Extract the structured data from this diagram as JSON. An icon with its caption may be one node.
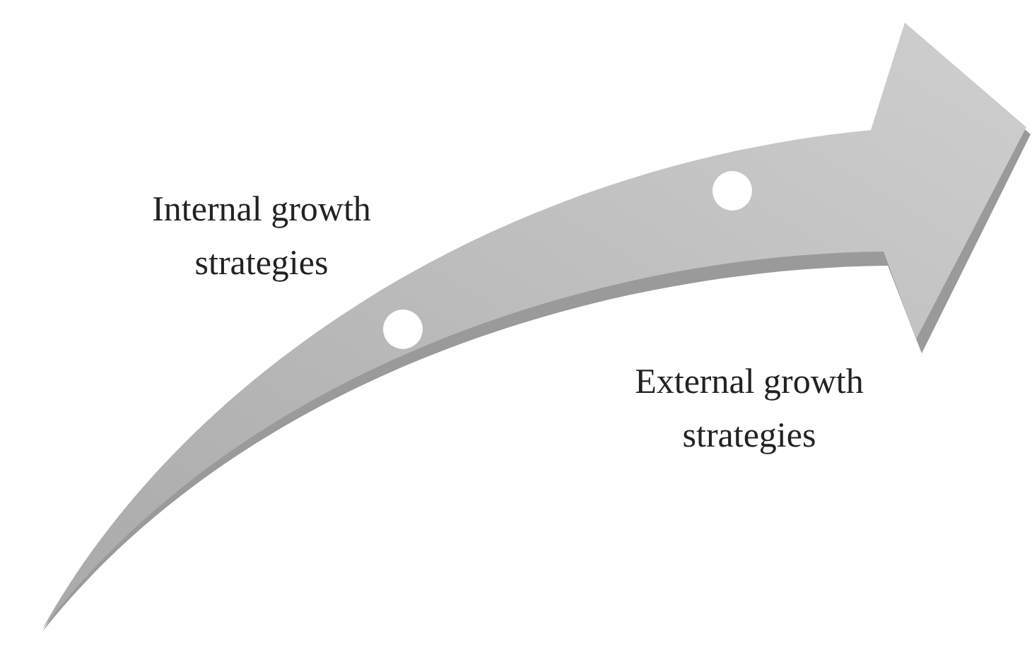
{
  "diagram": {
    "nodes": [
      {
        "text": [],
        "shape": "circle"
      },
      {
        "text": [],
        "shape": "circle"
      }
    ],
    "edges": [],
    "labels": [
      "Internal growth strategies",
      "External growth strategies"
    ]
  }
}
